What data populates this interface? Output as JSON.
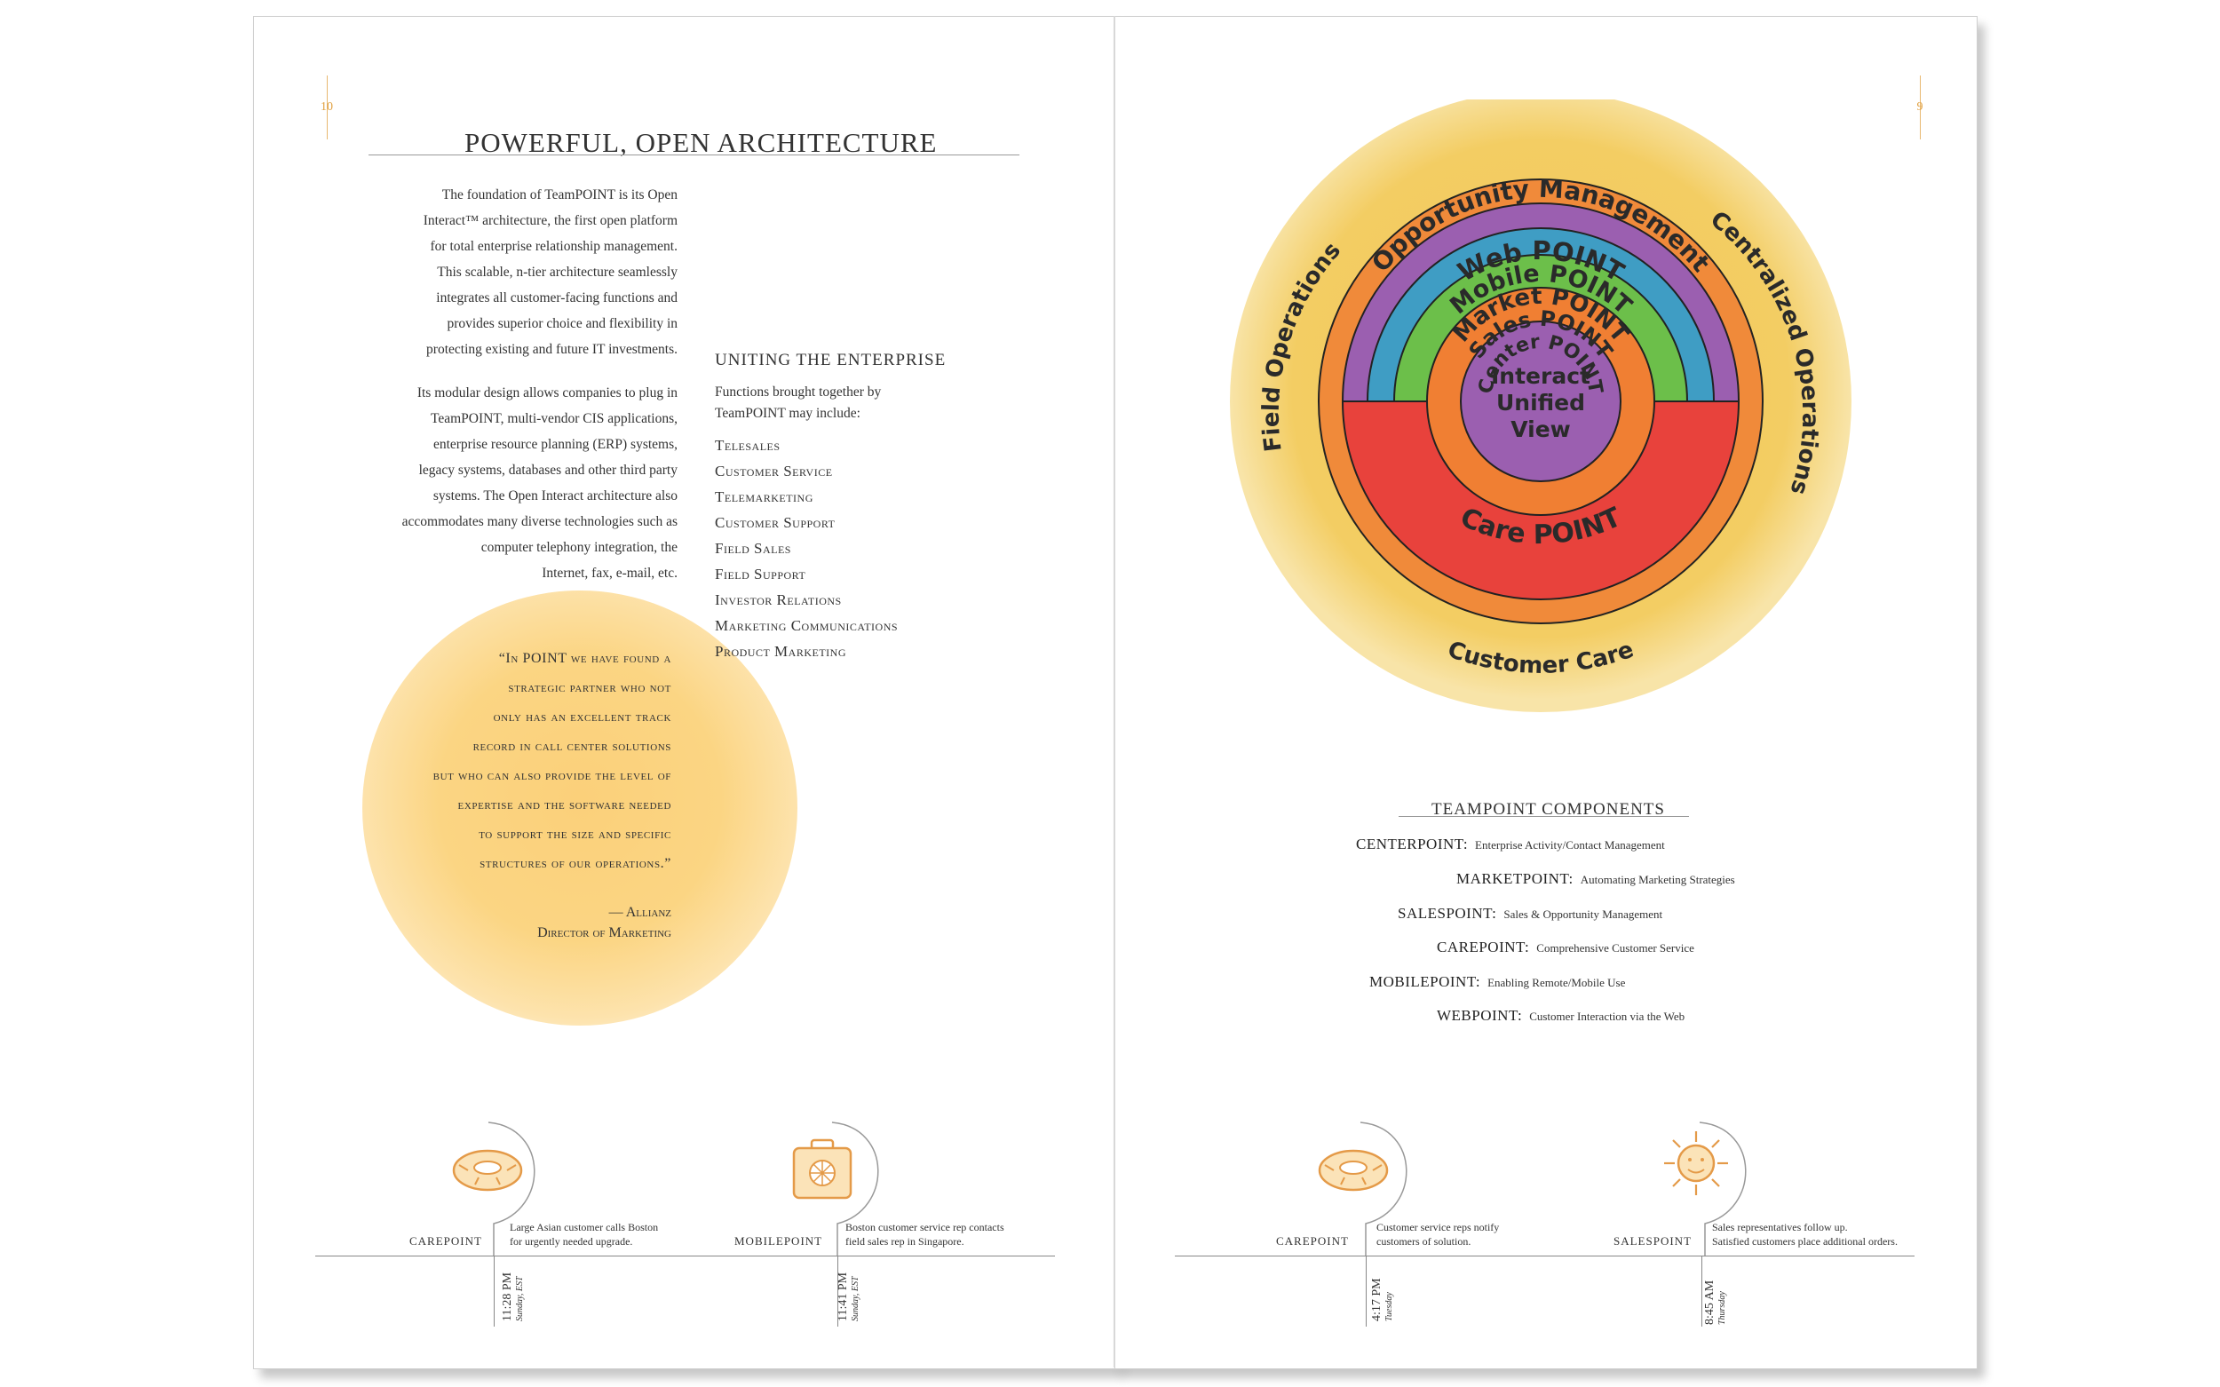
{
  "left_page": {
    "folio": "10",
    "title": "POWERFUL, OPEN ARCHITECTURE",
    "para1": [
      "The foundation of TeamPOINT is its Open",
      "Interact™ architecture, the first open platform",
      "for total enterprise relationship management.",
      "This scalable, n-tier architecture seamlessly",
      "integrates all customer-facing functions and",
      "provides superior choice and flexibility in",
      "protecting existing and future IT investments."
    ],
    "para2": [
      "Its modular design allows companies to plug in",
      "TeamPOINT, multi-vendor CIS applications,",
      "enterprise resource planning (ERP) systems,",
      "legacy systems, databases and other third party",
      "systems. The Open Interact architecture also",
      "accommodates many diverse technologies such as",
      "computer telephony integration, the",
      "Internet, fax, e-mail, etc."
    ],
    "sidebar": {
      "title": "UNITING THE ENTERPRISE",
      "intro": [
        "Functions brought together by",
        "TeamPOINT may include:"
      ],
      "functions": [
        "Telesales",
        "Customer Service",
        "Telemarketing",
        "Customer Support",
        "Field Sales",
        "Field Support",
        "Investor Relations",
        "Marketing Communications",
        "Product Marketing"
      ]
    },
    "quote": {
      "lines": [
        "“In POINT we have found a",
        "strategic partner who not",
        "only has an excellent track",
        "record in call center solutions",
        "but who can also provide the level of",
        "expertise and the software needed",
        "to support the size and specific",
        "structures of our operations.”"
      ],
      "attribution": [
        "— Allianz",
        "Director of Marketing"
      ]
    },
    "timeline": [
      {
        "label": "CAREPOINT",
        "icon": "life-ring-icon",
        "desc": [
          "Large Asian customer calls Boston",
          "for urgently needed upgrade."
        ],
        "time": "11:28 PM",
        "day": "Sunday, EST"
      },
      {
        "label": "MOBILEPOINT",
        "icon": "laptop-case-icon",
        "desc": [
          "Boston customer service rep contacts",
          "field sales rep in Singapore."
        ],
        "time": "11:41 PM",
        "day": "Sunday, EST"
      }
    ]
  },
  "right_page": {
    "folio": "9",
    "diagram": {
      "outer_labels": {
        "top": "Opportunity Management",
        "left": "Field Operations",
        "right": "Centralized Operations",
        "bottom": "Customer Care"
      },
      "rings": [
        "Web POINT",
        "Mobile POINT",
        "Market POINT",
        "Sales POINT",
        "Center POINT"
      ],
      "center": [
        "Interact",
        "Unified",
        "View"
      ],
      "lower": "Care POINT",
      "colors": {
        "outer": "#f2c95a",
        "web": "#f08a3a",
        "mobile": "#9b5fb0",
        "market": "#3f9dc4",
        "sales": "#6cbf4a",
        "center": "#f07f33",
        "core": "#9b5fb0",
        "care": "#e8423c"
      }
    },
    "components_title": "TEAMPOINT COMPONENTS",
    "components": [
      {
        "name": "CENTERPOINT:",
        "desc": "Enterprise Activity/Contact Management"
      },
      {
        "name": "MARKETPOINT:",
        "desc": "Automating Marketing Strategies"
      },
      {
        "name": "SALESPOINT:",
        "desc": "Sales & Opportunity Management"
      },
      {
        "name": "CAREPOINT:",
        "desc": "Comprehensive Customer Service"
      },
      {
        "name": "MOBILEPOINT:",
        "desc": "Enabling Remote/Mobile Use"
      },
      {
        "name": "WEBPOINT:",
        "desc": "Customer Interaction via the Web"
      }
    ],
    "timeline": [
      {
        "label": "CAREPOINT",
        "icon": "life-ring-icon",
        "desc": [
          "Customer service reps notify",
          "customers of solution."
        ],
        "time": "4:17 PM",
        "day": "Tuesday"
      },
      {
        "label": "SALESPOINT",
        "icon": "sun-icon",
        "desc": [
          "Sales representatives follow up.",
          "Satisfied customers place additional orders."
        ],
        "time": "8:45 AM",
        "day": "Thursday"
      }
    ]
  }
}
